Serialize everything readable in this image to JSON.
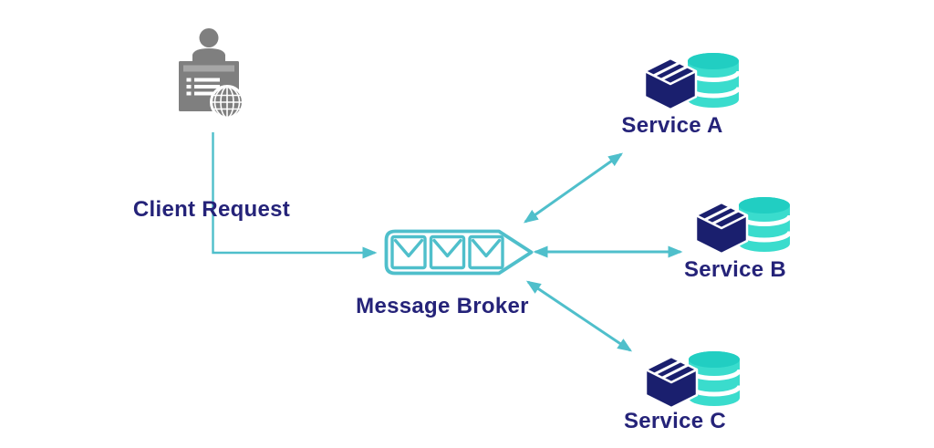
{
  "colors": {
    "background": "#FFFFFF",
    "navy-text": "#252379",
    "navy-icon": "#1A1F6E",
    "teal": "#4FBFCB",
    "turquoise": "#3ADCCD",
    "turquoise-dark": "#21CEC2",
    "gray": "#7F7F7F",
    "gray-light": "#A6A6A6"
  },
  "diagram": {
    "client": {
      "label": "Client Request",
      "icon": "person-desk-globe-icon"
    },
    "broker": {
      "label": "Message Broker",
      "icon": "envelope-queue-tag-icon",
      "envelope_count": 3
    },
    "services": [
      {
        "label": "Service A",
        "icon": "cube-database-icon"
      },
      {
        "label": "Service B",
        "icon": "cube-database-icon"
      },
      {
        "label": "Service C",
        "icon": "cube-database-icon"
      }
    ],
    "connections": [
      {
        "from": "Client Request",
        "to": "Message Broker",
        "direction": "one-way"
      },
      {
        "from": "Message Broker",
        "to": "Service A",
        "direction": "two-way"
      },
      {
        "from": "Message Broker",
        "to": "Service B",
        "direction": "two-way"
      },
      {
        "from": "Message Broker",
        "to": "Service C",
        "direction": "two-way"
      }
    ]
  }
}
